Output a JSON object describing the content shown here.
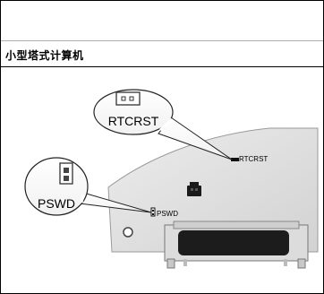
{
  "section_title": "小型塔式计算机",
  "figure": {
    "rtcrst_callout_label": "RTCRST",
    "rtcrst_board_label": "RTCRST",
    "pswd_callout_label": "PSWD",
    "pswd_board_label": "PSWD"
  }
}
